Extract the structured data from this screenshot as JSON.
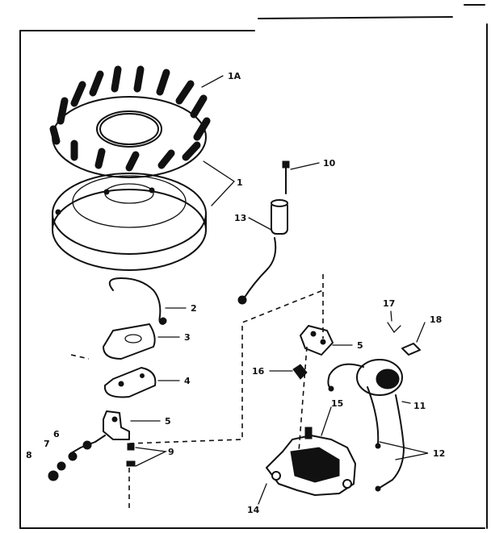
{
  "labels": {
    "l1A": "1A",
    "l1": "1",
    "l2": "2",
    "l3": "3",
    "l4": "4",
    "l5a": "5",
    "l5b": "5",
    "l6": "6",
    "l7": "7",
    "l8": "8",
    "l9": "9",
    "l10": "10",
    "l11": "11",
    "l12": "12",
    "l13": "13",
    "l14": "14",
    "l15": "15",
    "l16": "16",
    "l17": "17",
    "l18": "18"
  },
  "colors": {
    "ink": "#111111",
    "paper": "#ffffff"
  }
}
